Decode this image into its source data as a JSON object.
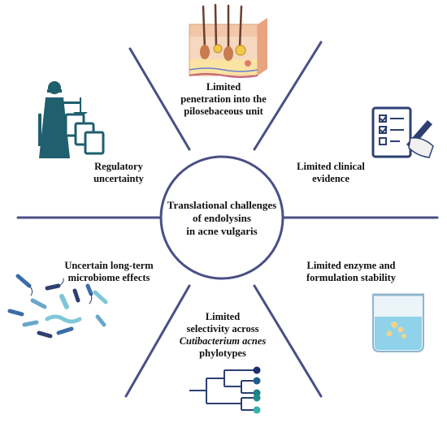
{
  "center": {
    "line1": "Translational challenges",
    "line2": "of endolysins",
    "line3": "in acne vulgaris"
  },
  "challenges": {
    "penetration": [
      "Limited",
      "penetration into the",
      "pilosebaceous unit"
    ],
    "clinical": [
      "Limited clinical",
      "evidence"
    ],
    "regulatory": [
      "Regulatory",
      "uncertainty"
    ],
    "microbiome": [
      "Uncertain long-term",
      "microbiome effects"
    ],
    "stability": [
      "Limited enzyme and",
      "formulation stability"
    ],
    "selectivity": [
      "Limited",
      "selectivity across",
      "Cutibacterium acnes",
      "phylotypes"
    ]
  },
  "colors": {
    "spoke": "#4a4f86",
    "circle": "#4a4f86",
    "justice": "#1f5f6e",
    "clipboard": "#2d3f73",
    "tree_line": "#2d3f73",
    "tree_nodes": [
      "#1b2f6b",
      "#1f5d8a",
      "#1f7f86",
      "#1f8f8a",
      "#2aa39a",
      "#35b3a8"
    ]
  },
  "icons": [
    "skin-cross-section-icon",
    "justice-statue-icon",
    "clipboard-checklist-icon",
    "bacteria-cluster-icon",
    "beaker-icon",
    "phylogenetic-tree-icon"
  ]
}
